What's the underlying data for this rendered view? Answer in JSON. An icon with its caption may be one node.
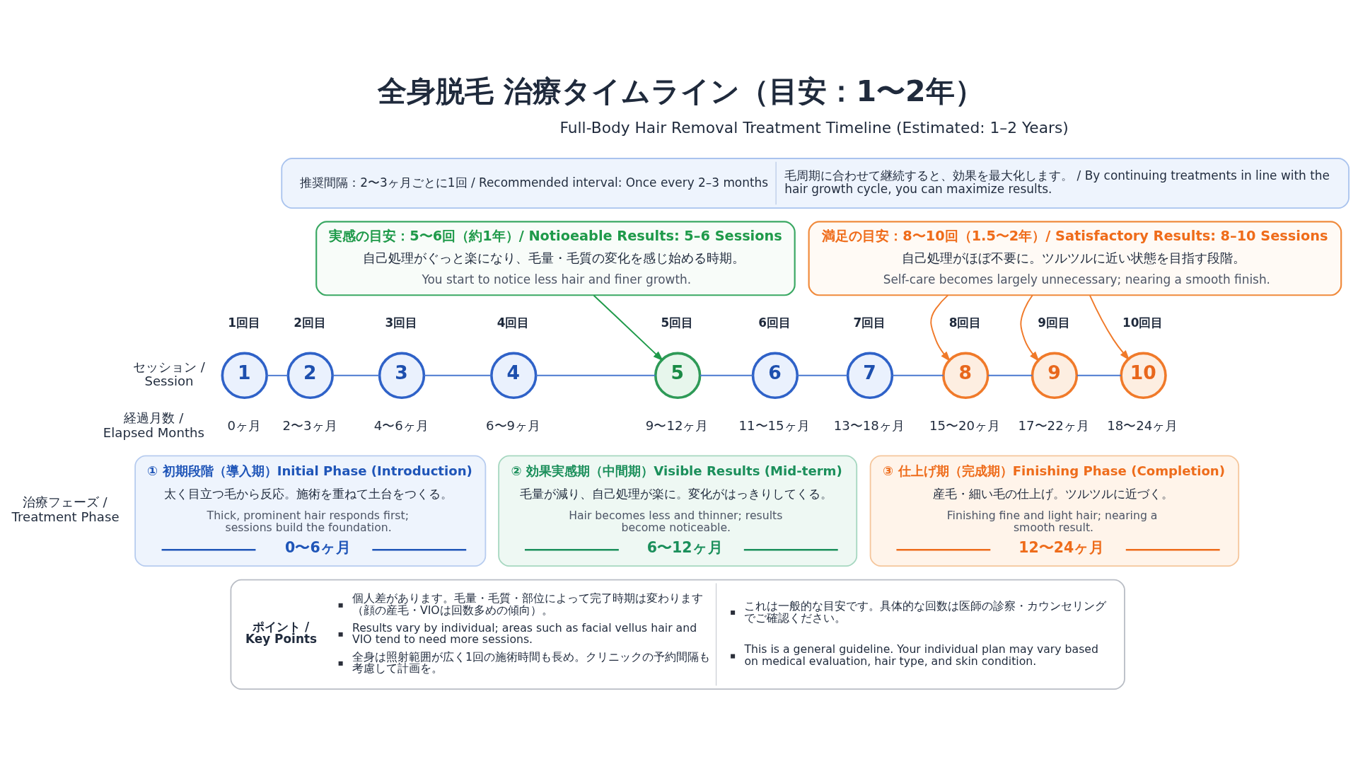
{
  "diagram": {
    "title": "全身脱毛 治療タイムライン（目安：1〜2年）",
    "nodes": [
      {
        "text": [
          "推奨間隔：2〜3ヶ月ごとに1回 / Recommended interval: Once every 2–3 months",
          "毛周期に合わせて継続すると、効果を最大化します。 / By continuing treatments in line with the hair growth cycle, you can maximize results."
        ]
      },
      {
        "text": [
          "実感の目安：5〜6回（約1年）/ Notioeable Results: 5–6 Sessions",
          "自己処理がぐっと楽になり、毛量・毛質の変化を感じ始める時期。",
          "You start to notice less hair and finer growth."
        ]
      },
      {
        "text": [
          "満足の目安：8〜10回（1.5〜2年）/ Satisfactory Results: 8–10 Sessions",
          "自己処理がほぼ不要に。ツルツルに近い状態を目指す段階。",
          "Self-care becomes largely unnecessary; nearing a smooth finish."
        ]
      },
      {
        "text": [
          "1"
        ],
        "beside": [
          "1回目",
          "0ヶ月"
        ]
      },
      {
        "text": [
          "2"
        ],
        "beside": [
          "2回目",
          "2〜3ヶ月"
        ]
      },
      {
        "text": [
          "3"
        ],
        "beside": [
          "3回目",
          "4〜6ヶ月"
        ]
      },
      {
        "text": [
          "4"
        ],
        "beside": [
          "4回目",
          "6〜9ヶ月"
        ]
      },
      {
        "text": [
          "5"
        ],
        "beside": [
          "5回目",
          "9〜12ヶ月"
        ]
      },
      {
        "text": [
          "6"
        ],
        "beside": [
          "6回目",
          "11〜15ヶ月"
        ]
      },
      {
        "text": [
          "7"
        ],
        "beside": [
          "7回目",
          "13〜18ヶ月"
        ]
      },
      {
        "text": [
          "8"
        ],
        "beside": [
          "8回目",
          "15〜20ヶ月"
        ]
      },
      {
        "text": [
          "9"
        ],
        "beside": [
          "9回目",
          "17〜22ヶ月"
        ]
      },
      {
        "text": [
          "10"
        ],
        "beside": [
          "10回目",
          "18〜24ヶ月"
        ]
      },
      {
        "text": [
          "① 初期段階（導入期）Initial Phase (Introduction)",
          "太く目立つ毛から反応。施術を重ねて土台をつくる。",
          "Thick, prominent hair responds first; sessions build the foundation.",
          "0〜6ヶ月"
        ]
      },
      {
        "text": [
          "② 効果実感期（中間期）Visible Results (Mid-term)",
          "毛量が減り、自己処理が楽に。変化がはっきりしてくる。",
          "Hair becomes less and thinner; results become noticeable.",
          "6〜12ヶ月"
        ]
      },
      {
        "text": [
          "③ 仕上げ期（完成期）Finishing Phase (Completion)",
          "産毛・細い毛の仕上げ。ツルツルに近づく。",
          "Finishing fine and light hair; nearing a smooth result.",
          "12〜24ヶ月"
        ]
      },
      {
        "text": [
          "ポイント / Key Points",
          "個人差があります。毛量・毛質・部位によって完了時期は変わります（顔の産毛・VIOは回数多めの傾向）。",
          "Results vary by individual; areas such as facial vellus hair and VIO tend to need more sessions.",
          "全身は照射範囲が広く1回の施術時間も長め。クリニックの予約間隔も考慮して計画を。",
          "これは一般的な目安です。具体的な回数は医師の診察・カウンセリングでご確認ください。",
          "This is a general guideline. Your individual plan may vary based on medical evaluation, hair type, and skin condition."
        ]
      }
    ],
    "edges": [
      {
        "from": 1,
        "to": 7,
        "arrow": "to",
        "color": "#1f9a4a"
      },
      {
        "from": 2,
        "to": 10,
        "arrow": "to",
        "color": "#f07a2a"
      },
      {
        "from": 2,
        "to": 11,
        "arrow": "to",
        "color": "#f07a2a"
      },
      {
        "from": 2,
        "to": 12,
        "arrow": "to",
        "color": "#f07a2a"
      },
      {
        "from": 3,
        "to": 4,
        "arrow": "none"
      },
      {
        "from": 4,
        "to": 5,
        "arrow": "none"
      },
      {
        "from": 5,
        "to": 6,
        "arrow": "none"
      },
      {
        "from": 6,
        "to": 7,
        "arrow": "none"
      },
      {
        "from": 7,
        "to": 8,
        "arrow": "none"
      },
      {
        "from": 8,
        "to": 9,
        "arrow": "none"
      },
      {
        "from": 9,
        "to": 10,
        "arrow": "none"
      },
      {
        "from": 10,
        "to": 11,
        "arrow": "none"
      },
      {
        "from": 11,
        "to": 12,
        "arrow": "none"
      }
    ],
    "labels": [
      "Full-Body Hair Removal Treatment Timeline (Estimated: 1–2 Years)",
      "セッション / Session",
      "経過月数 / Elapsed Months",
      "治療フェーズ / Treatment Phase"
    ]
  }
}
